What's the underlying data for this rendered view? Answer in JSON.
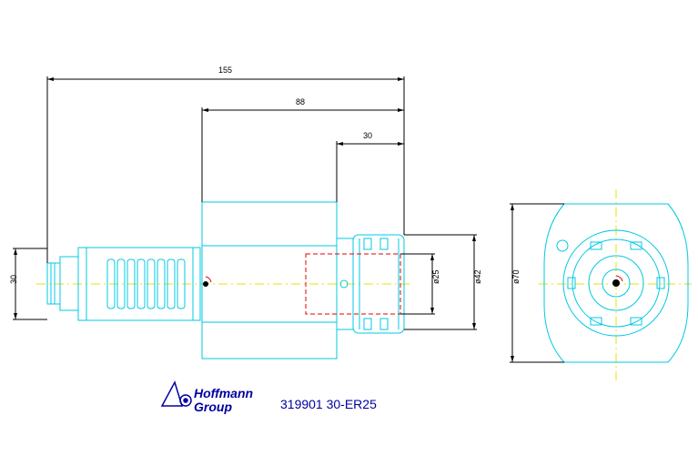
{
  "dimensions": {
    "overall_length": "155",
    "body_length": "88",
    "nut_length": "30",
    "shank_height": "30",
    "diameter_25": "ø25",
    "diameter_42": "ø42",
    "diameter_70": "ø70"
  },
  "brand": {
    "logo_line1": "Hoffmann",
    "logo_line2": "Group"
  },
  "product": {
    "code": "319901 30-ER25"
  },
  "colors": {
    "outline": "#00c8e6",
    "centerline": "#e6e600",
    "hidden": "#e60000",
    "dimension": "#000000",
    "text_blue": "#0000a0"
  }
}
